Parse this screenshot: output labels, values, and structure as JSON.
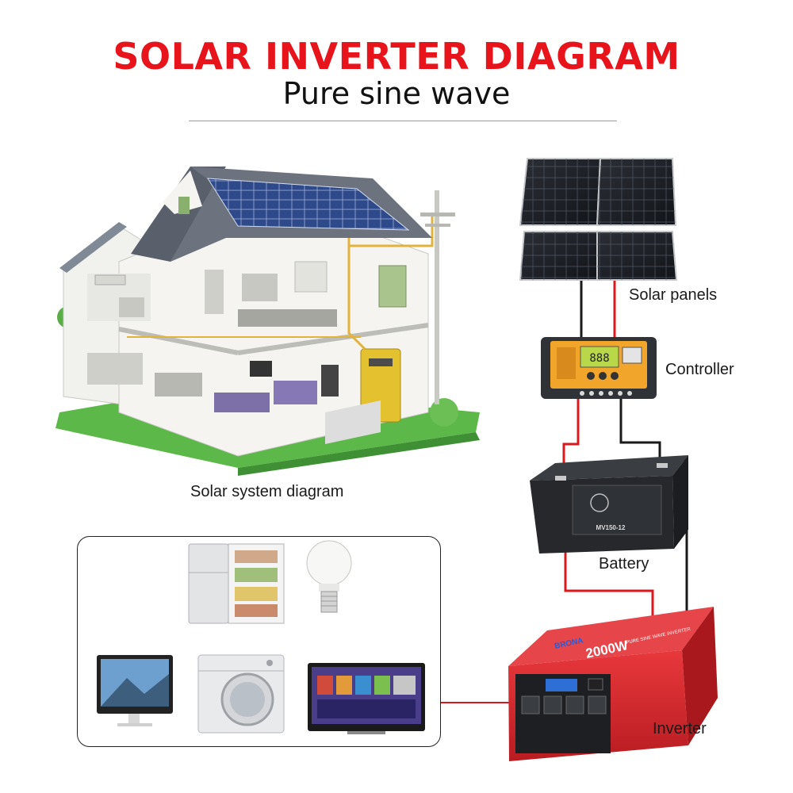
{
  "header": {
    "title": "SOLAR INVERTER DIAGRAM",
    "subtitle": "Pure sine wave"
  },
  "labels": {
    "solar_panels": "Solar panels",
    "controller": "Controller",
    "battery": "Battery",
    "inverter": "Inverter",
    "system": "Solar system diagram"
  },
  "devices": {
    "battery_model": "MV150-12",
    "inverter_brand": "BRONA",
    "inverter_rating": "2000W",
    "inverter_type": "PURE SINE WAVE INVERTER",
    "controller_display": "888"
  },
  "colors": {
    "title": "#e8141c",
    "wire_red": "#d9191c",
    "wire_black": "#1a1a1a",
    "inverter_red": "#d8262b",
    "controller_orange": "#f2a52b"
  },
  "icons": [
    "house-illustration-icon",
    "solar-panel-icon",
    "charge-controller-icon",
    "battery-icon",
    "inverter-icon",
    "refrigerator-icon",
    "light-bulb-icon",
    "computer-monitor-icon",
    "washing-machine-icon",
    "television-icon"
  ]
}
